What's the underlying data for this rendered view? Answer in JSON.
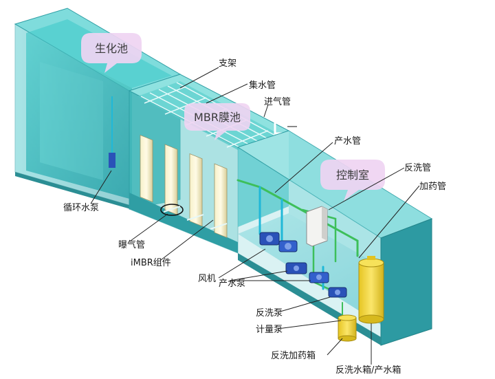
{
  "bubbles": {
    "biochem_tank": "生化池",
    "mbr_tank": "MBR膜池",
    "control_room": "控制室"
  },
  "labels": {
    "support": "支架",
    "collector_pipe": "集水管",
    "air_inlet_pipe": "进气管",
    "product_pipe": "产水管",
    "backwash_pipe": "反洗管",
    "dosing_pipe": "加药管",
    "circulation_pump": "循环水泵",
    "aeration_pipe": "曝气管",
    "imbr_module": "iMBR组件",
    "blower": "风机",
    "product_pump": "产水泵",
    "backwash_pump": "反洗泵",
    "metering_pump": "计量泵",
    "backwash_dosing_tank": "反洗加药箱",
    "backwash_product_tank": "反洗水箱/产水箱"
  },
  "colors": {
    "tank_water": "#49c8c4",
    "tank_wall": "#3aa6a8",
    "floor": "#9fe0e4",
    "bubble_fill": "#efd4f2",
    "pipe_green": "#3dbf5a",
    "pipe_cyan": "#20b8d8",
    "machine_blue": "#2a52b8",
    "tank_yellow": "#f2d93a"
  }
}
